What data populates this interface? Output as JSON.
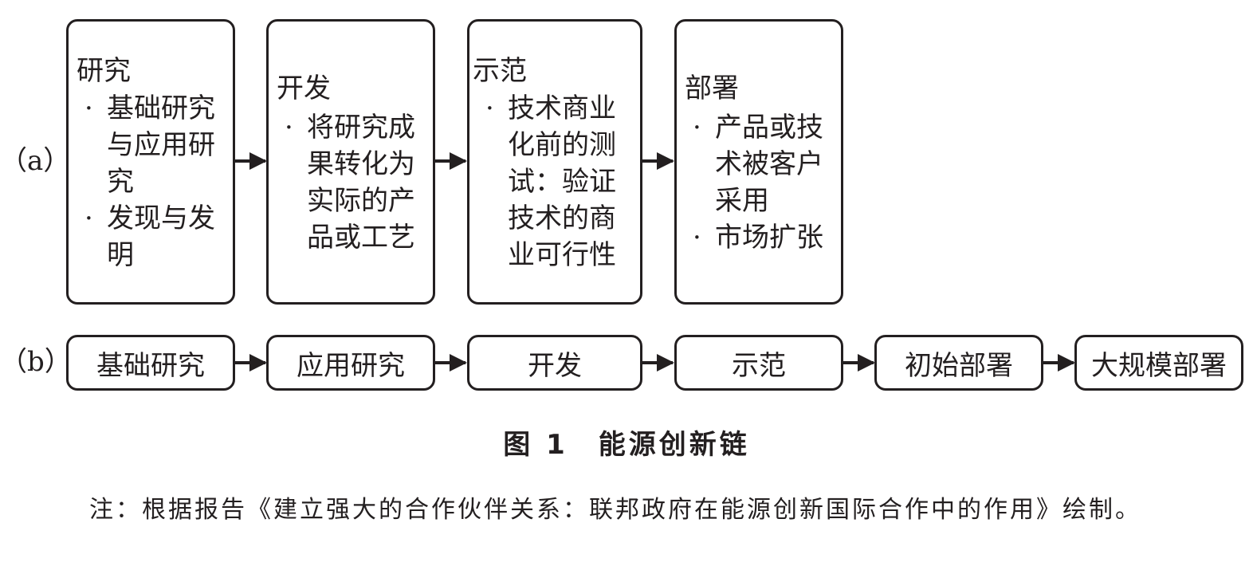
{
  "panel_a": {
    "label": "（a）",
    "stages": [
      {
        "title": "研究",
        "bullets": [
          "基础研究与应用研究",
          "发现与发明"
        ]
      },
      {
        "title": "开发",
        "bullets": [
          "将研究成果转化为实际的产品或工艺"
        ]
      },
      {
        "title": "示范",
        "bullets": [
          "技术商业化前的测试：验证技术的商业可行性"
        ]
      },
      {
        "title": "部署",
        "bullets": [
          "产品或技术被客户采用",
          "市场扩张"
        ]
      }
    ]
  },
  "panel_b": {
    "label": "（b）",
    "stages": [
      "基础研究",
      "应用研究",
      "开发",
      "示范",
      "初始部署",
      "大规模部署"
    ]
  },
  "caption": "图 1　能源创新链",
  "note": "注：根据报告《建立强大的合作伙伴关系：联邦政府在能源创新国际合作中的作用》绘制。",
  "bullet_glyph": "·"
}
